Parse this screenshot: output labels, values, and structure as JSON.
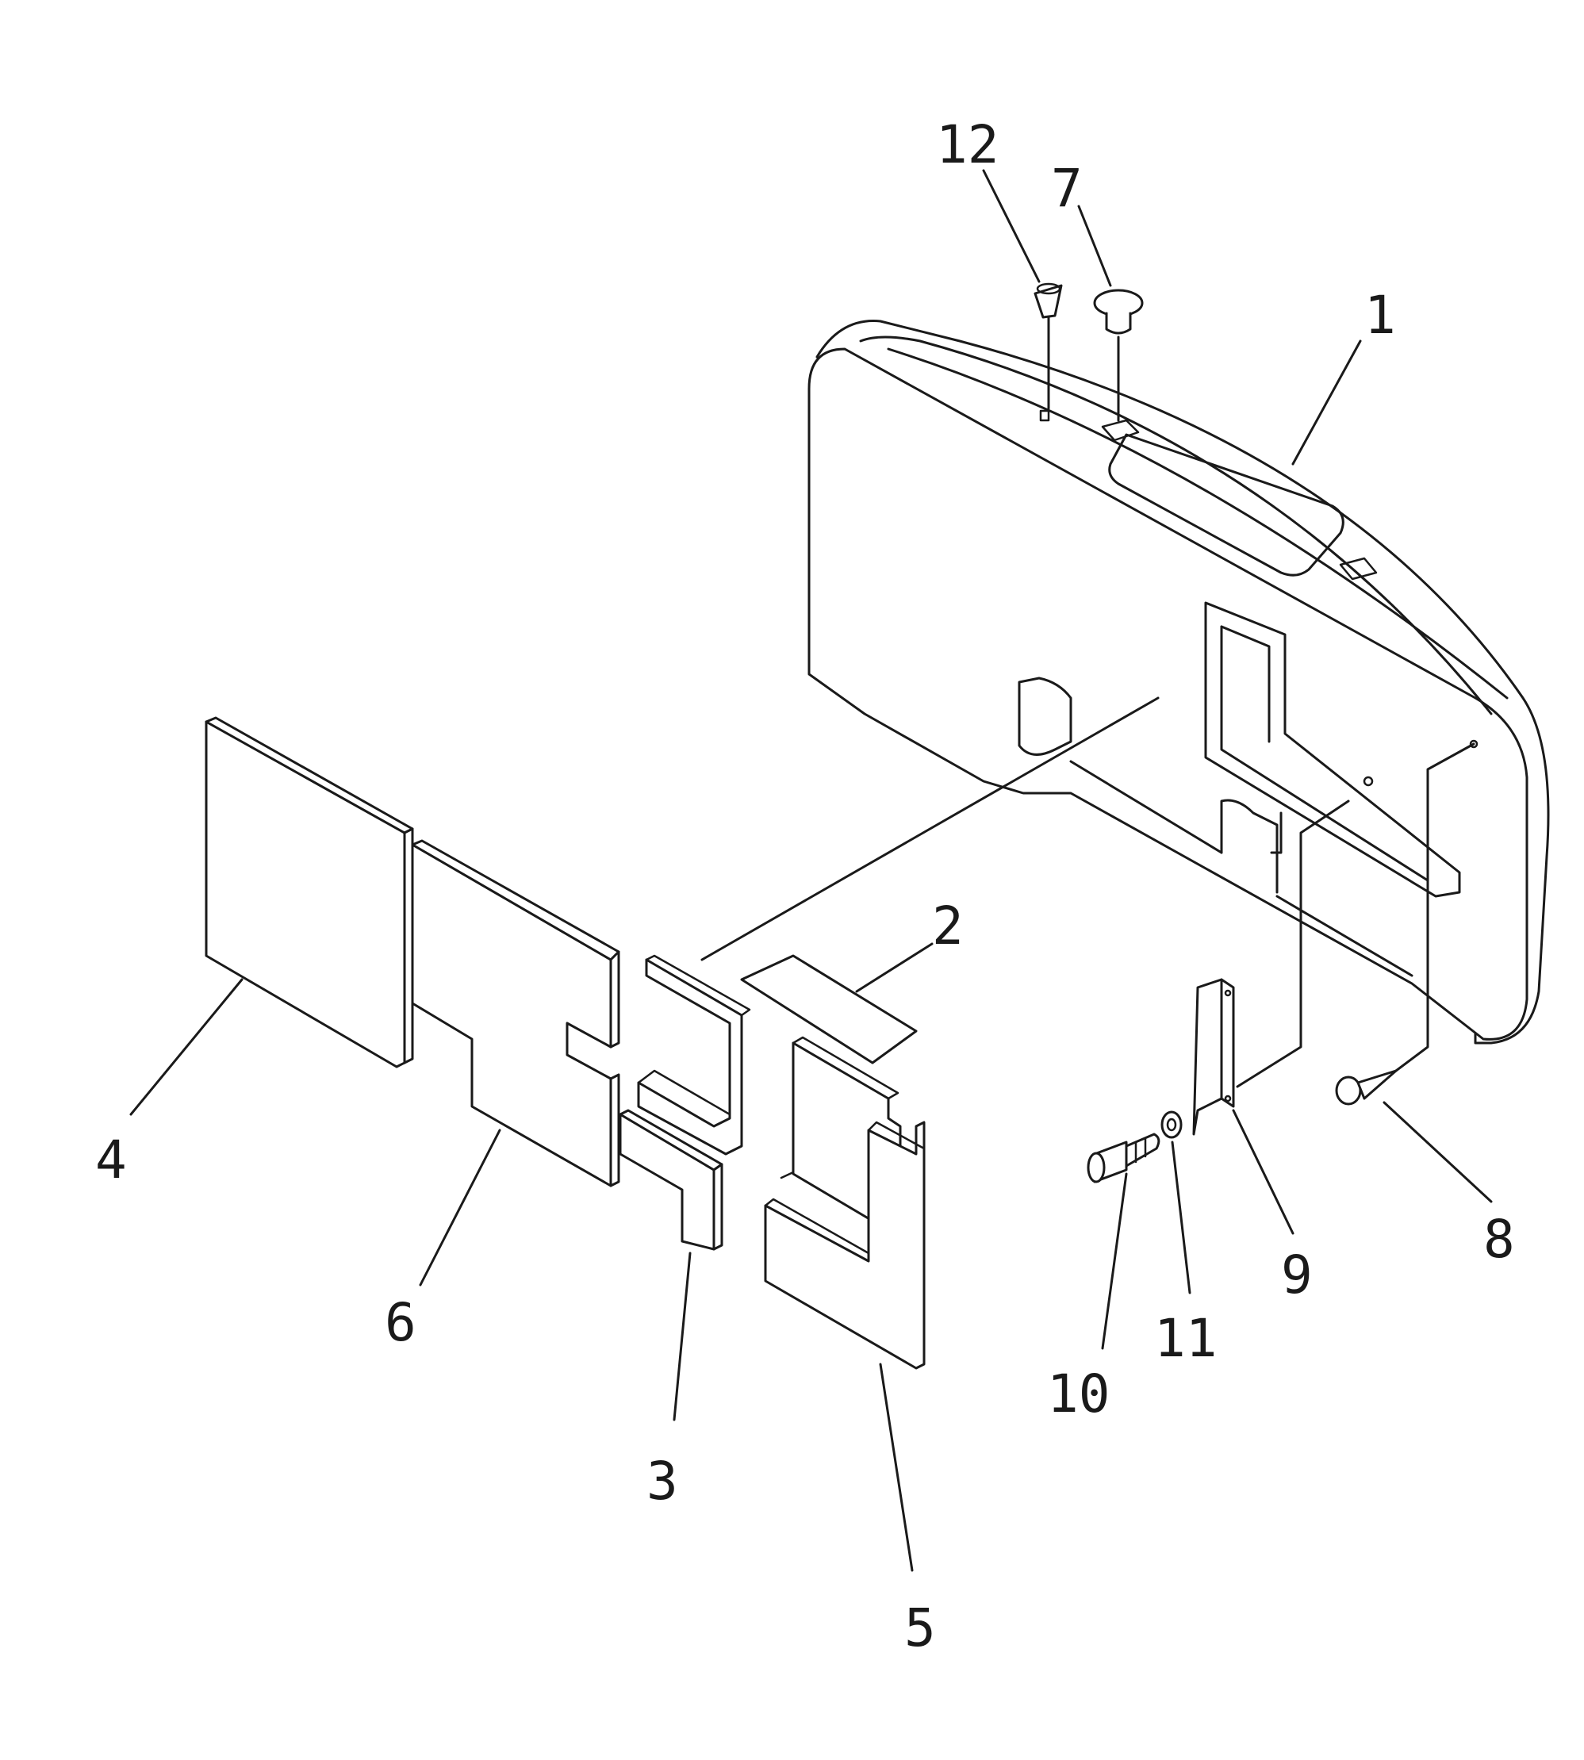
{
  "colors": {
    "ink": "#1a1a1a",
    "paper": "#ffffff"
  },
  "parts": [
    {
      "id": "p1",
      "label": "1"
    },
    {
      "id": "p2",
      "label": "2"
    },
    {
      "id": "p3",
      "label": "3"
    },
    {
      "id": "p4",
      "label": "4"
    },
    {
      "id": "p5",
      "label": "5"
    },
    {
      "id": "p6",
      "label": "6"
    },
    {
      "id": "p7",
      "label": "7"
    },
    {
      "id": "p8",
      "label": "8"
    },
    {
      "id": "p9",
      "label": "9"
    },
    {
      "id": "p10",
      "label": "10"
    },
    {
      "id": "p11",
      "label": "11"
    },
    {
      "id": "p12",
      "label": "12"
    }
  ]
}
